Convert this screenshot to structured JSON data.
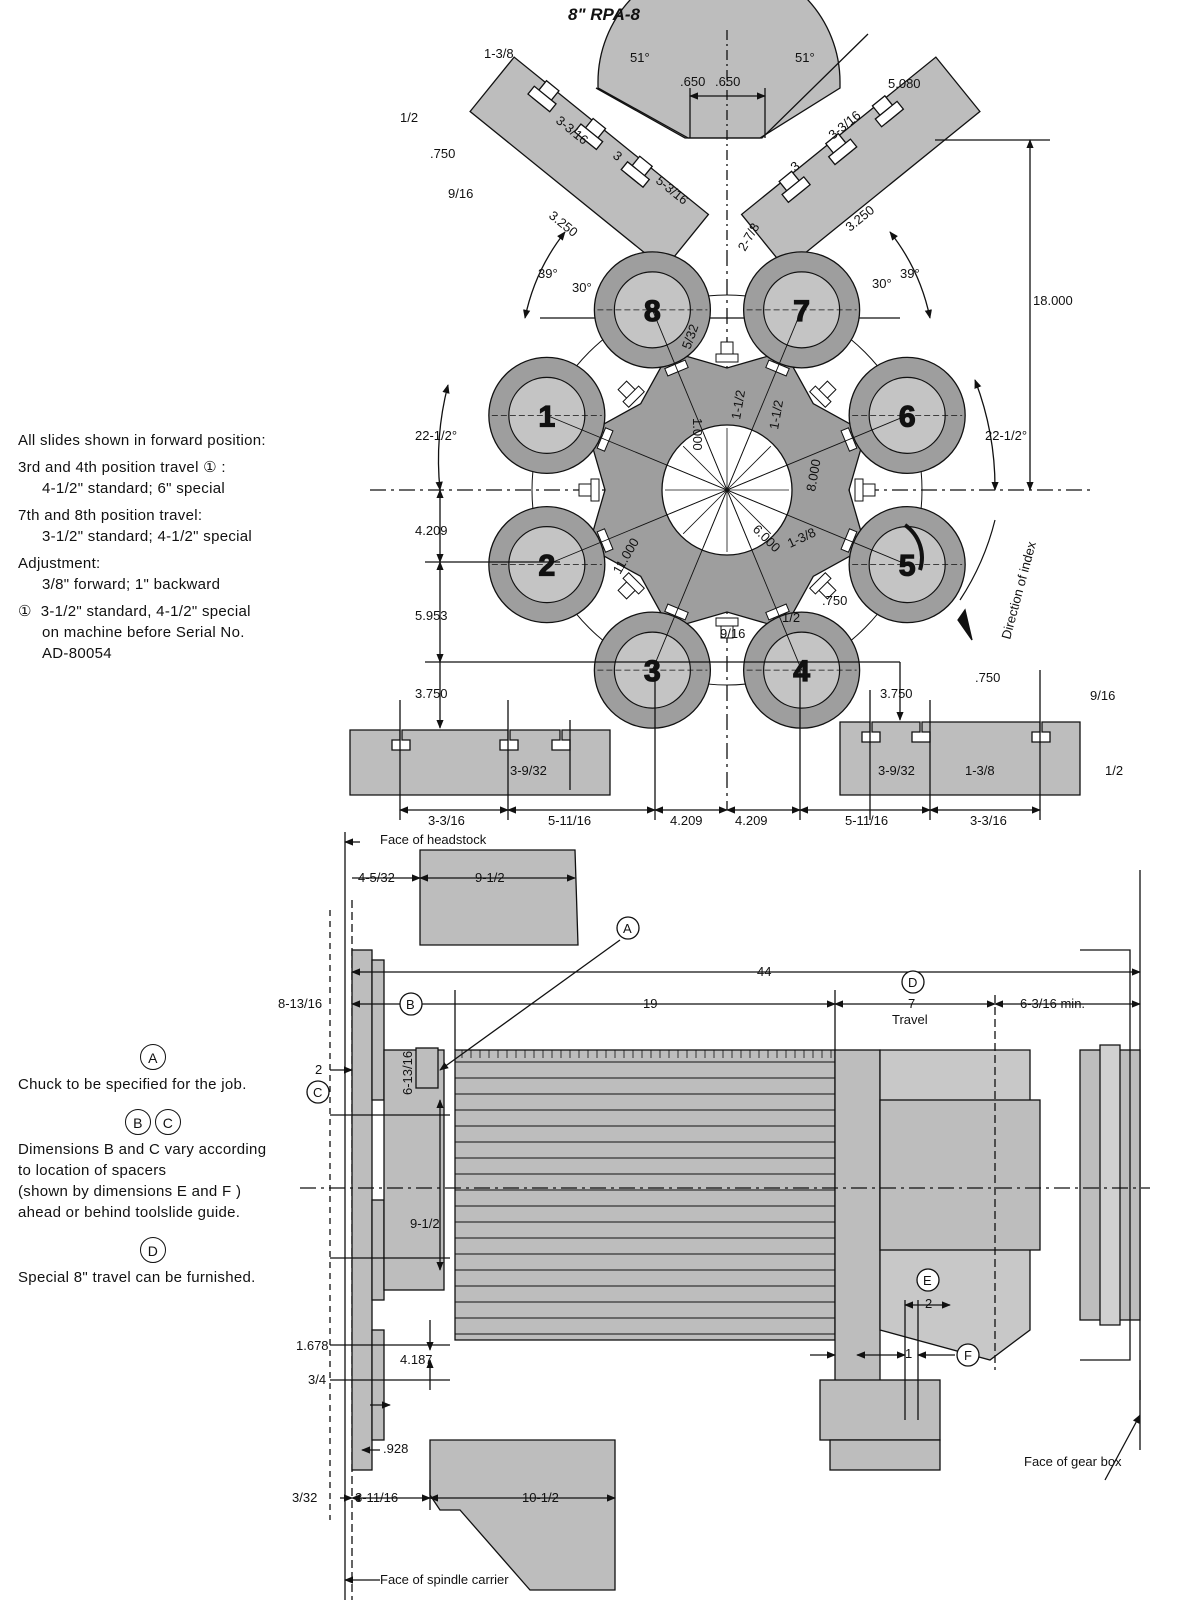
{
  "title": "8\" RPA-8",
  "notes": {
    "line1": "All slides shown in forward position:",
    "line2": "3rd and 4th position travel ① :",
    "line3": "4-1/2\" standard;  6\" special",
    "line4": "7th and 8th position travel:",
    "line5": "3-1/2\" standard;  4-1/2\" special",
    "line6": "Adjustment:",
    "line7": "3/8\" forward;  1\" backward",
    "line8_num": "①",
    "line8": "3-1/2\" standard, 4-1/2\" special",
    "line9": "on machine before Serial No.",
    "line10": "AD-80054"
  },
  "legend": {
    "a_mark": "A",
    "a_text": "Chuck to be specified for the job.",
    "b_mark": "B",
    "c_mark": "C",
    "bc_text1": "Dimensions B and C vary according",
    "bc_text2": "to location of spacers",
    "bc_text3": "(shown by dimensions E and F )",
    "bc_text4": "ahead or behind toolslide guide.",
    "d_mark": "D",
    "d_text": "Special 8\" travel can be furnished."
  },
  "spindles": [
    "1",
    "2",
    "3",
    "4",
    "5",
    "6",
    "7",
    "8"
  ],
  "top_dims": {
    "d1_3_8": "1-3/8",
    "d1_2": "1/2",
    "d750": ".750",
    "d9_16": "9/16",
    "d3_3_16": "3-3/16",
    "d3": "3",
    "d5_3_16": "5-3/16",
    "d3250": "3.250",
    "d51": "51°",
    "d650": ".650",
    "d5080": "5.080",
    "d2_7_8": "2-7/8",
    "d39": "39°",
    "d30": "30°",
    "d18000": "18.000",
    "d22_5": "22-1/2°",
    "d5_32": "5/32",
    "d1000": "1.000",
    "d1_1_2": "1-1/2",
    "d8000": "8.000",
    "d6000": "6.000",
    "d11000": "11.000",
    "d4209": "4.209",
    "d5953": "5.953",
    "d3750": "3.750",
    "d3_9_32": "3-9/32",
    "d5_11_16": "5-11/16",
    "direction": "Direction of index"
  },
  "side_dims": {
    "face_headstock": "Face of headstock",
    "d4_5_32": "4-5/32",
    "d9_1_2": "9-1/2",
    "d44": "44",
    "d8_13_16": "8-13/16",
    "d19": "19",
    "d7": "7",
    "travel": "Travel",
    "d6_3_16": "6-3/16 min.",
    "d2": "2",
    "d6_13_16": "6-13/16",
    "d1678": "1.678",
    "d4187": "4.187",
    "d3_4": "3/4",
    "d928": ".928",
    "d3_32": "3/32",
    "d3_11_16": "3-11/16",
    "d10_1_2": "10-1/2",
    "face_spindle": "Face of spindle carrier",
    "face_gear": "Face of gear box",
    "d1": "1",
    "mark_a": "A",
    "mark_b": "B",
    "mark_c": "C",
    "mark_d": "D",
    "mark_e": "E",
    "mark_f": "F"
  }
}
